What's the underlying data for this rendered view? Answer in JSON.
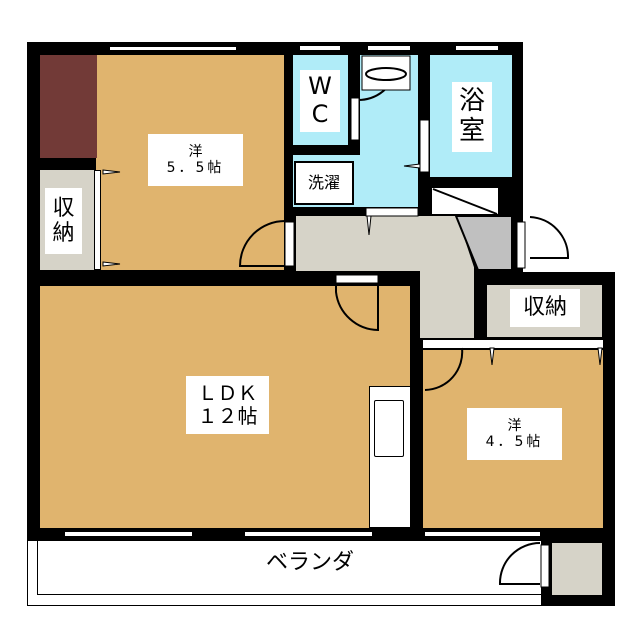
{
  "colors": {
    "wall": "#000000",
    "room_floor": "#e0b46e",
    "wet_area": "#b0ecf8",
    "storage": "#d6d3c8",
    "entrance_step": "#c0c0c0",
    "accent_block": "#723a37",
    "background": "#ffffff"
  },
  "rooms": {
    "western_room_1": {
      "type": "洋",
      "size": "5．5帖"
    },
    "storage_left": {
      "label_line1": "収",
      "label_line2": "納"
    },
    "wc": {
      "label_line1": "W",
      "label_line2": "C"
    },
    "laundry": {
      "label": "洗濯"
    },
    "bath": {
      "label_line1": "浴",
      "label_line2": "室"
    },
    "ldk": {
      "type": "ＬＤＫ",
      "size": "１２帖"
    },
    "storage_right": {
      "label": "収納"
    },
    "western_room_2": {
      "type": "洋",
      "size": "4．5帖"
    },
    "veranda": {
      "label": "ベランダ"
    }
  }
}
